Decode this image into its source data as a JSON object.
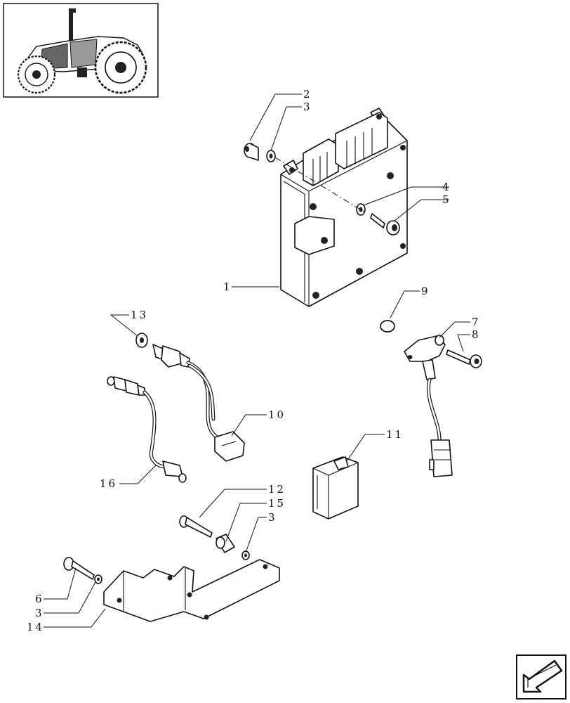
{
  "diagram": {
    "callouts": {
      "c1": "1",
      "c2": "2",
      "c3a": "3",
      "c4": "4",
      "c5": "5",
      "c6": "6",
      "c3b": "3",
      "c3c": "3",
      "c7": "7",
      "c8": "8",
      "c9": "9",
      "c10": "10",
      "c11": "11",
      "c12": "12",
      "c13": "13",
      "c14": "14",
      "c15": "15",
      "c16": "16"
    },
    "icons": {
      "thumbnail": "tractor-icon",
      "navigation": "next-page-arrow-icon"
    }
  }
}
